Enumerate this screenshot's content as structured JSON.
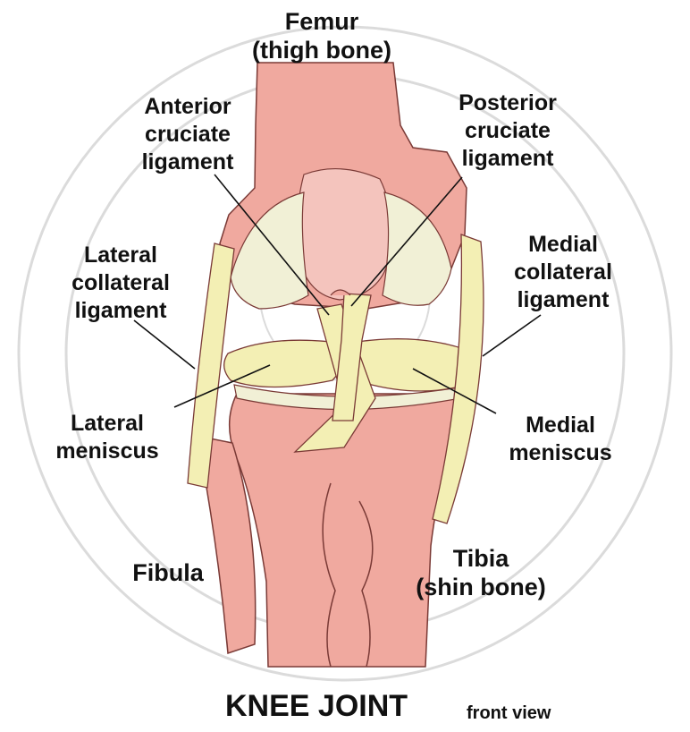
{
  "colors": {
    "bone": "#f0a99f",
    "bone_outline": "#7a3a36",
    "ligament": "#f3efb4",
    "cartilage": "#f1f0d6",
    "watermark": "#c8c8c8",
    "text": "#111111"
  },
  "labels": {
    "femur": [
      "Femur",
      "(thigh bone)"
    ],
    "acl": [
      "Anterior",
      "cruciate",
      "ligament"
    ],
    "pcl": [
      "Posterior",
      "cruciate",
      "ligament"
    ],
    "lcl": [
      "Lateral",
      "collateral",
      "ligament"
    ],
    "mcl": [
      "Medial",
      "collateral",
      "ligament"
    ],
    "lateral_meniscus": [
      "Lateral",
      "meniscus"
    ],
    "medial_meniscus": [
      "Medial",
      "meniscus"
    ],
    "fibula": [
      "Fibula"
    ],
    "tibia": [
      "Tibia",
      "(shin bone)"
    ]
  },
  "title": {
    "main": "KNEE JOINT",
    "sub": "front view"
  }
}
